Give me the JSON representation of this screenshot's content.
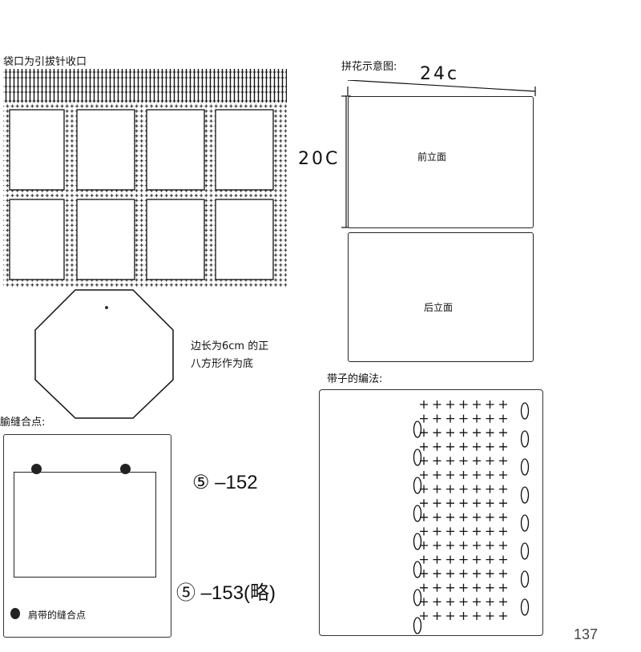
{
  "top_left": {
    "title": "袋口为引拔针收口"
  },
  "octagon": {
    "caption_line1": "边长为6cm 的正",
    "caption_line2": "八方形作为底"
  },
  "panel_diagram": {
    "title": "拼花示意图:",
    "width_label": "24c",
    "height_label": "20C",
    "front_label": "前立面",
    "back_label": "后立面"
  },
  "seam_section": {
    "title": "腧缝合点:",
    "legend_label": "肩带的缝合点",
    "code1": "⑤ –152",
    "code2": "⑤ –153(略)"
  },
  "strap_section": {
    "title": "带子的编法:"
  },
  "page_number": "137"
}
